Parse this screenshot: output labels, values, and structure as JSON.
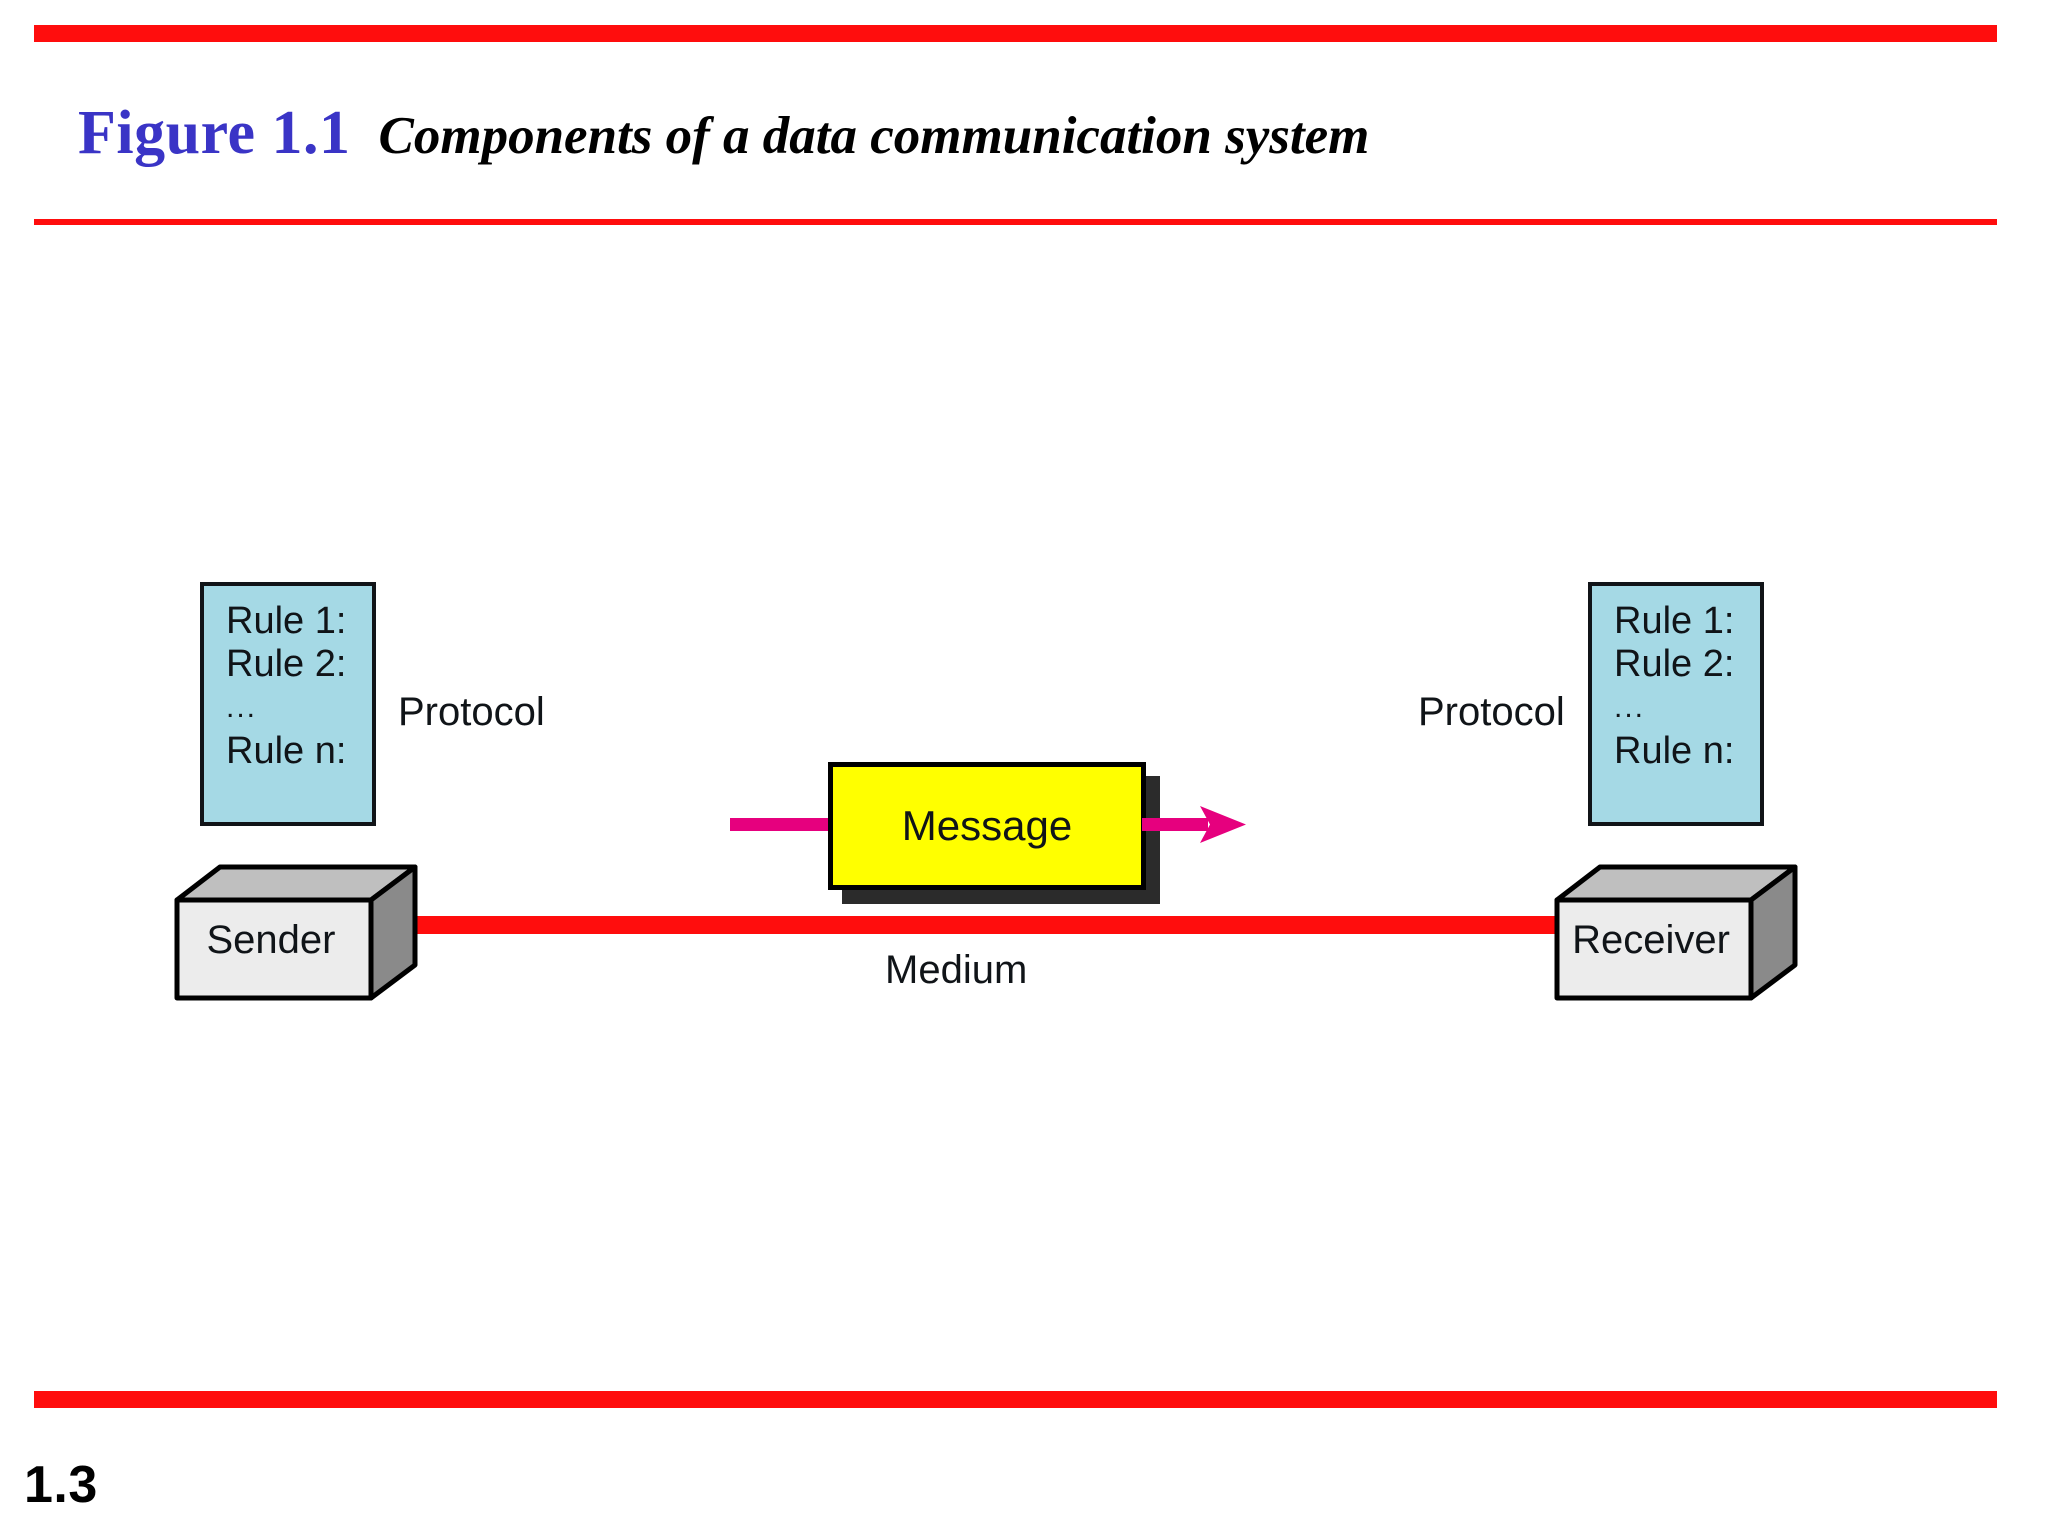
{
  "slide": {
    "number": "1.3",
    "accent_color": "#FF0D0D",
    "title_color": "#3A34C6"
  },
  "header": {
    "figure_label": "Figure 1.1",
    "caption": "Components of a data communication system"
  },
  "diagram": {
    "title": "Components of a data communication system",
    "protocol_left": {
      "label": "Protocol",
      "box_fill": "#A5D9E5",
      "rules": [
        "Rule 1:",
        "Rule 2:",
        "...",
        "Rule n:"
      ]
    },
    "protocol_right": {
      "label": "Protocol",
      "box_fill": "#A5D9E5",
      "rules": [
        "Rule 1:",
        "Rule 2:",
        "...",
        "Rule n:"
      ]
    },
    "sender": {
      "label": "Sender",
      "face_fill": "#ECECEC",
      "top_fill": "#BFBFBF",
      "side_fill": "#8A8A8A"
    },
    "receiver": {
      "label": "Receiver",
      "face_fill": "#ECECEC",
      "top_fill": "#BFBFBF",
      "side_fill": "#8A8A8A"
    },
    "medium": {
      "label": "Medium",
      "line_color": "#FF0D0D"
    },
    "message": {
      "label": "Message",
      "fill": "#FFFF00",
      "shadow": "#2B2B2B",
      "arrow_color": "#E6007E"
    }
  }
}
